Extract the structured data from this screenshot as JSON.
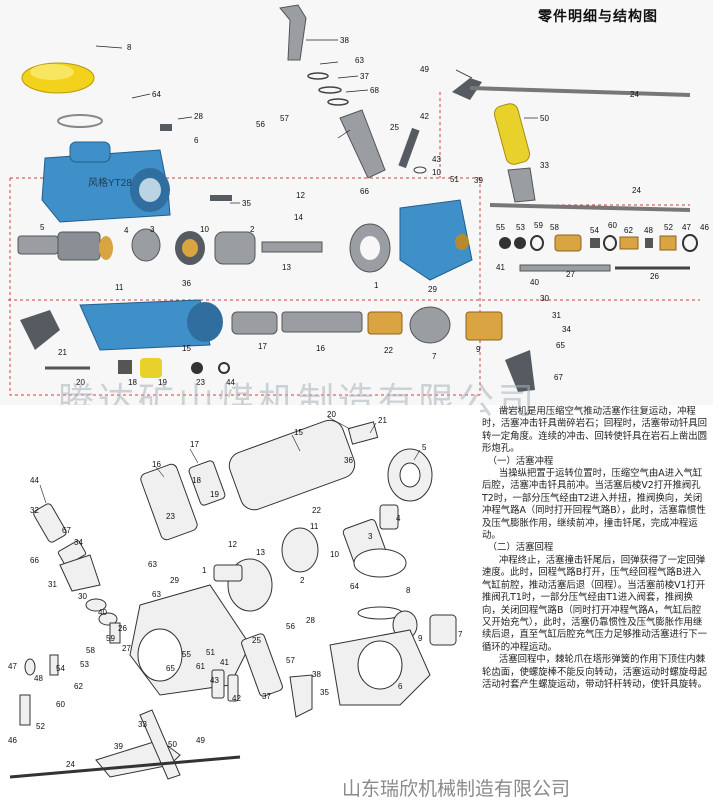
{
  "page": {
    "title": "零件明细与结构图",
    "watermark_mid": "腾达矿山煤机制造有限公司",
    "watermark_bottom": "山东瑞欣机械制造有限公司"
  },
  "colors": {
    "housing_blue": "#3f8fc9",
    "brass": "#d9a441",
    "yellow_cap": "#f2d21b",
    "steel": "#9a9ea3",
    "dark_steel": "#555b61",
    "dashed_border": "#d0403a"
  },
  "top_parts": [
    {
      "id": "p8",
      "label": "8"
    },
    {
      "id": "p64",
      "label": "64"
    },
    {
      "id": "p6",
      "label": "6"
    },
    {
      "id": "p28",
      "label": "28"
    },
    {
      "id": "p35",
      "label": "35"
    },
    {
      "id": "p38",
      "label": "38"
    },
    {
      "id": "p63",
      "label": "63"
    },
    {
      "id": "p37",
      "label": "37"
    },
    {
      "id": "p68",
      "label": "68"
    },
    {
      "id": "p56",
      "label": "56"
    },
    {
      "id": "p57",
      "label": "57"
    },
    {
      "id": "p25",
      "label": "25"
    },
    {
      "id": "p42",
      "label": "42"
    },
    {
      "id": "p43",
      "label": "43"
    },
    {
      "id": "p10",
      "label": "10"
    },
    {
      "id": "p51",
      "label": "51"
    },
    {
      "id": "p66",
      "label": "66"
    },
    {
      "id": "p49",
      "label": "49"
    },
    {
      "id": "p50",
      "label": "50"
    },
    {
      "id": "p39",
      "label": "39"
    },
    {
      "id": "p33",
      "label": "33"
    },
    {
      "id": "p24a",
      "label": "24"
    },
    {
      "id": "p24b",
      "label": "24"
    },
    {
      "id": "p12",
      "label": "12"
    },
    {
      "id": "p14",
      "label": "14"
    },
    {
      "id": "p5",
      "label": "5"
    },
    {
      "id": "p4",
      "label": "4"
    },
    {
      "id": "p3",
      "label": "3"
    },
    {
      "id": "p10b",
      "label": "10"
    },
    {
      "id": "p2",
      "label": "2"
    },
    {
      "id": "p13",
      "label": "13"
    },
    {
      "id": "p1",
      "label": "1"
    },
    {
      "id": "p29",
      "label": "29"
    },
    {
      "id": "p55",
      "label": "55"
    },
    {
      "id": "p53",
      "label": "53"
    },
    {
      "id": "p59",
      "label": "59"
    },
    {
      "id": "p58",
      "label": "58"
    },
    {
      "id": "p54",
      "label": "54"
    },
    {
      "id": "p60",
      "label": "60"
    },
    {
      "id": "p62",
      "label": "62"
    },
    {
      "id": "p48",
      "label": "48"
    },
    {
      "id": "p52",
      "label": "52"
    },
    {
      "id": "p47",
      "label": "47"
    },
    {
      "id": "p46",
      "label": "46"
    },
    {
      "id": "p41",
      "label": "41"
    },
    {
      "id": "p40",
      "label": "40"
    },
    {
      "id": "p27",
      "label": "27"
    },
    {
      "id": "p26",
      "label": "26"
    },
    {
      "id": "p11",
      "label": "11"
    },
    {
      "id": "p36",
      "label": "36"
    },
    {
      "id": "p30",
      "label": "30"
    },
    {
      "id": "p31",
      "label": "31"
    },
    {
      "id": "p34",
      "label": "34"
    },
    {
      "id": "p15",
      "label": "15"
    },
    {
      "id": "p17",
      "label": "17"
    },
    {
      "id": "p16",
      "label": "16"
    },
    {
      "id": "p22",
      "label": "22"
    },
    {
      "id": "p7",
      "label": "7"
    },
    {
      "id": "p9",
      "label": "9"
    },
    {
      "id": "p21",
      "label": "21"
    },
    {
      "id": "p18",
      "label": "18"
    },
    {
      "id": "p19",
      "label": "19"
    },
    {
      "id": "p23",
      "label": "23"
    },
    {
      "id": "p44",
      "label": "44"
    },
    {
      "id": "p20",
      "label": "20"
    },
    {
      "id": "p65",
      "label": "65"
    },
    {
      "id": "p67",
      "label": "67"
    }
  ],
  "bottom_parts": [
    {
      "id": "b20",
      "label": "20"
    },
    {
      "id": "b21",
      "label": "21"
    },
    {
      "id": "b15",
      "label": "15"
    },
    {
      "id": "b5",
      "label": "5"
    },
    {
      "id": "b17",
      "label": "17"
    },
    {
      "id": "b16",
      "label": "16"
    },
    {
      "id": "b18",
      "label": "18"
    },
    {
      "id": "b19",
      "label": "19"
    },
    {
      "id": "b23",
      "label": "23"
    },
    {
      "id": "b44",
      "label": "44"
    },
    {
      "id": "b32",
      "label": "32"
    },
    {
      "id": "b67",
      "label": "67"
    },
    {
      "id": "b34",
      "label": "34"
    },
    {
      "id": "b66",
      "label": "66"
    },
    {
      "id": "b31",
      "label": "31"
    },
    {
      "id": "b30",
      "label": "30"
    },
    {
      "id": "b40",
      "label": "40"
    },
    {
      "id": "b63a",
      "label": "63"
    },
    {
      "id": "b29",
      "label": "29"
    },
    {
      "id": "b1",
      "label": "1"
    },
    {
      "id": "b12",
      "label": "12"
    },
    {
      "id": "b13",
      "label": "13"
    },
    {
      "id": "b22",
      "label": "22"
    },
    {
      "id": "b11",
      "label": "11"
    },
    {
      "id": "b10",
      "label": "10"
    },
    {
      "id": "b2",
      "label": "2"
    },
    {
      "id": "b36",
      "label": "36"
    },
    {
      "id": "b4",
      "label": "4"
    },
    {
      "id": "b3",
      "label": "3"
    },
    {
      "id": "b64",
      "label": "64"
    },
    {
      "id": "b8",
      "label": "8"
    },
    {
      "id": "b9",
      "label": "9"
    },
    {
      "id": "b7",
      "label": "7"
    },
    {
      "id": "b28",
      "label": "28"
    },
    {
      "id": "b6",
      "label": "6"
    },
    {
      "id": "b35",
      "label": "35"
    },
    {
      "id": "b38",
      "label": "38"
    },
    {
      "id": "b37",
      "label": "37"
    },
    {
      "id": "b57",
      "label": "57"
    },
    {
      "id": "b56",
      "label": "56"
    },
    {
      "id": "b25",
      "label": "25"
    },
    {
      "id": "b41",
      "label": "41"
    },
    {
      "id": "b42",
      "label": "42"
    },
    {
      "id": "b51",
      "label": "51"
    },
    {
      "id": "b61",
      "label": "61"
    },
    {
      "id": "b43",
      "label": "43"
    },
    {
      "id": "b55",
      "label": "55"
    },
    {
      "id": "b65",
      "label": "65"
    },
    {
      "id": "b26",
      "label": "26"
    },
    {
      "id": "b27",
      "label": "27"
    },
    {
      "id": "b63b",
      "label": "63"
    },
    {
      "id": "b59",
      "label": "59"
    },
    {
      "id": "b58",
      "label": "58"
    },
    {
      "id": "b53",
      "label": "53"
    },
    {
      "id": "b54",
      "label": "54"
    },
    {
      "id": "b62",
      "label": "62"
    },
    {
      "id": "b60",
      "label": "60"
    },
    {
      "id": "b48",
      "label": "48"
    },
    {
      "id": "b52",
      "label": "52"
    },
    {
      "id": "b47",
      "label": "47"
    },
    {
      "id": "b46",
      "label": "46"
    },
    {
      "id": "b24",
      "label": "24"
    },
    {
      "id": "b33",
      "label": "33"
    },
    {
      "id": "b39",
      "label": "39"
    },
    {
      "id": "b50",
      "label": "50"
    },
    {
      "id": "b49",
      "label": "49"
    }
  ],
  "description": {
    "intro": "凿岩机是用压缩空气推动活塞作往复运动，冲程时，活塞冲击钎具凿碎岩石；回程时，活塞带动钎具回转一定角度。连续的冲击、回转使钎具在岩石上凿出圆形炮孔。",
    "section1_title": "（一）活塞冲程",
    "section1_body": "当操纵把置于运转位置时，压缩空气由A进入气缸后腔，活塞冲击钎具前冲。当活塞后棱V2打开推阀孔T2时，一部分压气经由T2进入并扭，推阀换向，关闭冲程气路A（同时打开回程气路B），此时，活塞靠惯性及压气膨胀作用，继续前冲，撞击钎尾，完成冲程运动。",
    "section2_title": "（二）活塞回程",
    "section2_body": "冲程终止，活塞撞击钎尾后，回弹获得了一定回弹速度。此时，回程气路B打开，压气经回程气路B进入气缸前腔，推动活塞后退（回程）。当活塞前棱V1打开推阀孔T1时，一部分压气经由T1进入阀套，推阀换向，关闭回程气路B（同时打开冲程气路A，气缸后腔又开始充气），此时，活塞仍靠惯性及压气膨胀作用继续后退，直至气缸后腔充气压力足够推动活塞进行下一循环的冲程运动。",
    "section3_body": "活塞回程中，棘轮爪在塔形弹簧的作用下顶住内棘轮齿面，使螺旋棒不能反向转动，活塞运动时螺旋母起活动衬套产生螺旋运动，带动钎杆转动，使钎具旋转。"
  }
}
